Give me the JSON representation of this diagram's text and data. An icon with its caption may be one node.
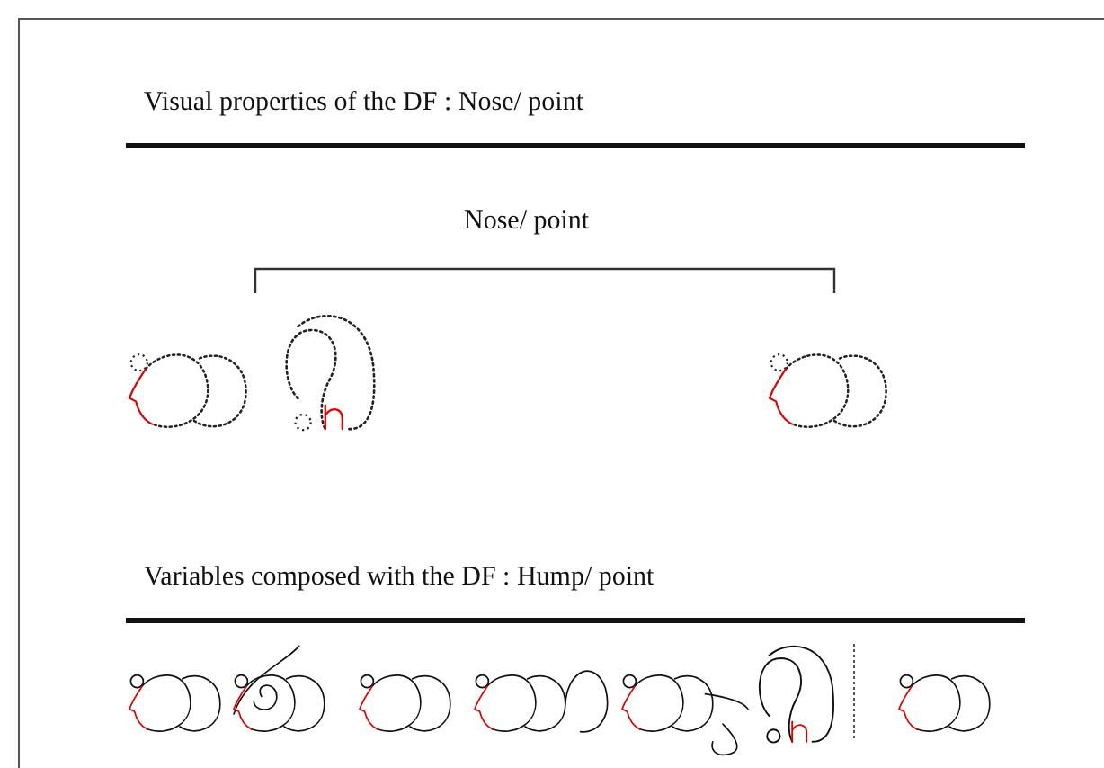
{
  "diagram": {
    "title": "Visual properties of the DF : Nose/ point",
    "labels": [
      "Nose/ point",
      "Variables composed with the DF : Hump/ point"
    ]
  }
}
